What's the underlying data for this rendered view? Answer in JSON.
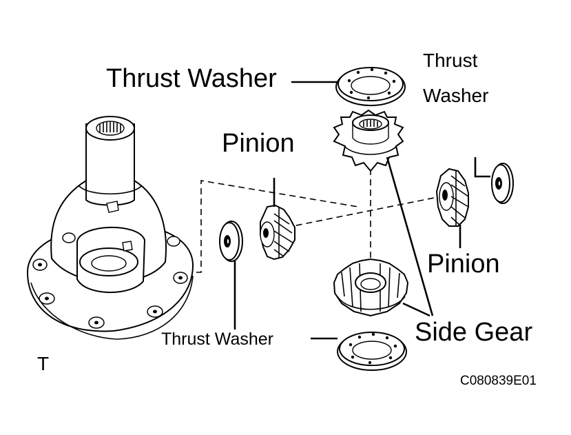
{
  "labels": {
    "thrust_washer_top_left": "Thrust Washer",
    "thrust_washer_top_right_line1": "Thrust",
    "thrust_washer_top_right_line2": "Washer",
    "pinion_left": "Pinion",
    "pinion_right": "Pinion",
    "thrust_washer_bottom": "Thrust Washer",
    "side_gear": "Side Gear",
    "corner_mark": "T",
    "figure_code": "C080839E01"
  }
}
